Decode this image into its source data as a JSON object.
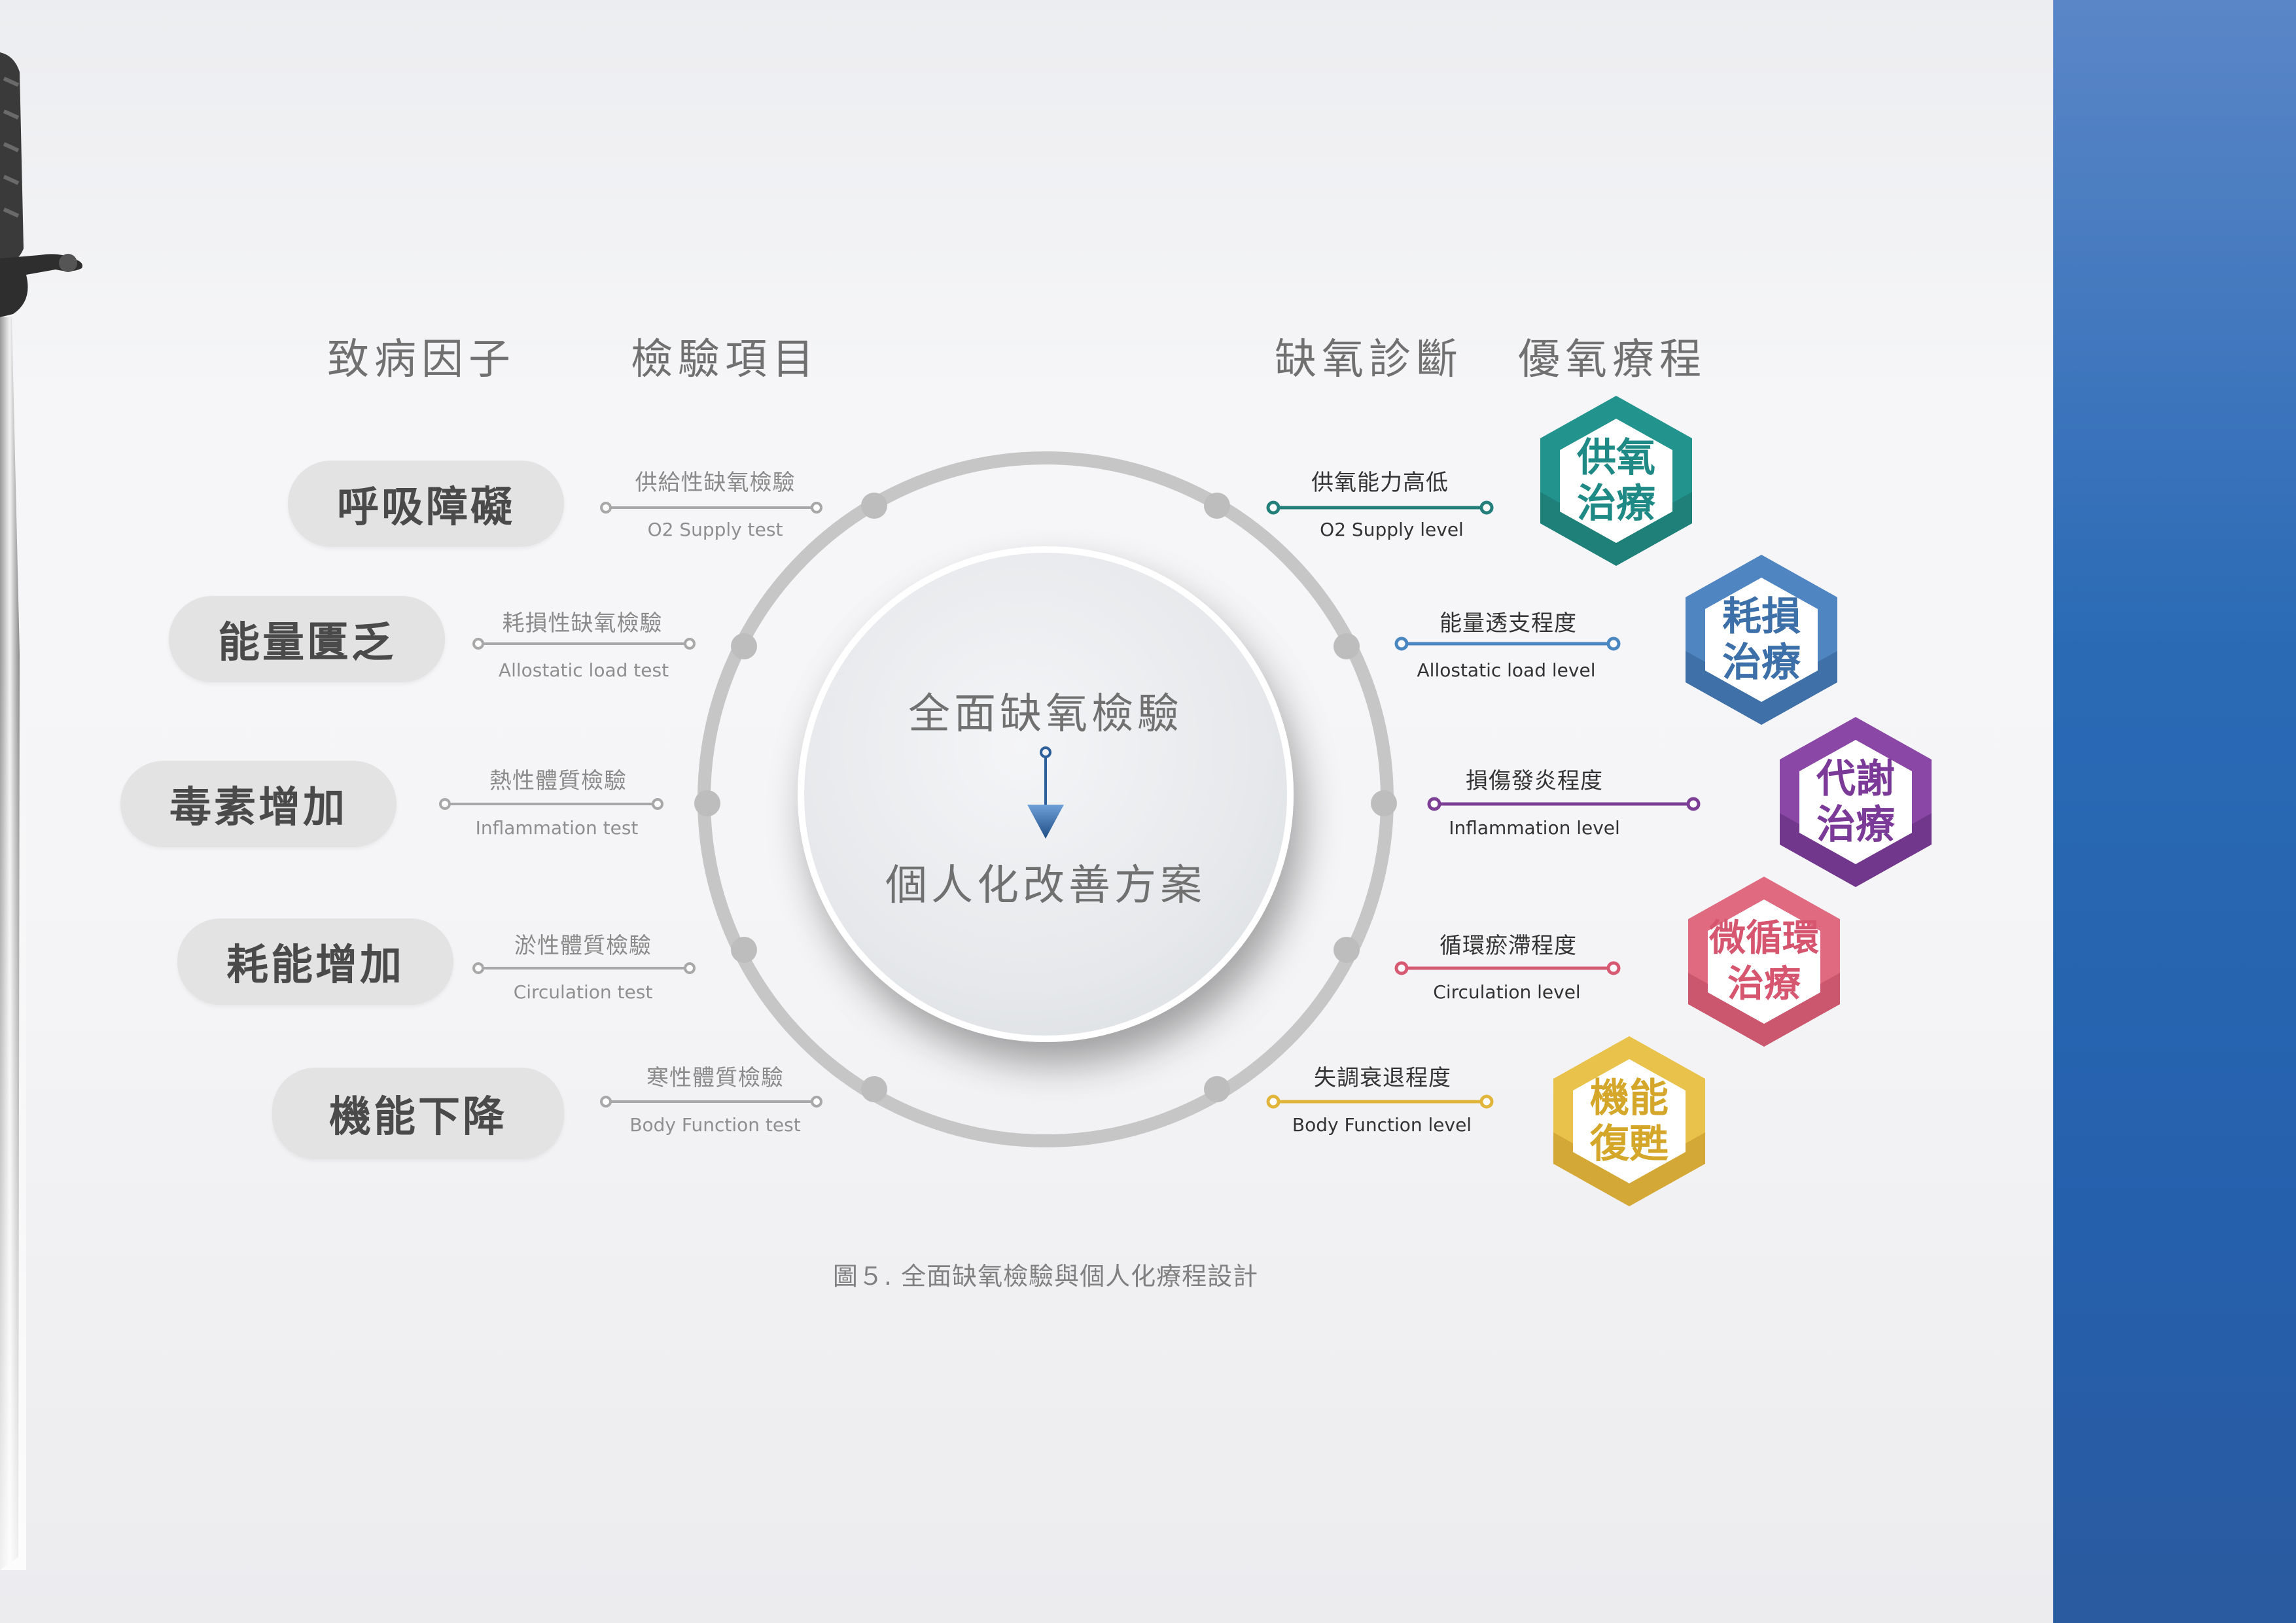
{
  "headers": {
    "pathogenic_factors": "致病因子",
    "test_items": "檢驗項目",
    "hypoxia_diagnosis": "缺氧診斷",
    "oxygen_therapy": "優氧療程"
  },
  "factors": [
    "呼吸障礙",
    "能量匱乏",
    "毒素增加",
    "耗能增加",
    "機能下降"
  ],
  "tests": [
    {
      "cn": "供給性缺氧檢驗",
      "en": "O2 Supply test"
    },
    {
      "cn": "耗損性缺氧檢驗",
      "en": "Allostatic load test"
    },
    {
      "cn": "熱性體質檢驗",
      "en": "Inflammation test"
    },
    {
      "cn": "淤性體質檢驗",
      "en": "Circulation test"
    },
    {
      "cn": "寒性體質檢驗",
      "en": "Body Function test"
    }
  ],
  "center": {
    "top": "全面缺氧檢驗",
    "bottom": "個人化改善方案"
  },
  "diagnoses": [
    {
      "cn": "供氧能力高低",
      "en": "O2 Supply level",
      "color": "#237f79"
    },
    {
      "cn": "能量透支程度",
      "en": "Allostatic load level",
      "color": "#4a86c0"
    },
    {
      "cn": "損傷發炎程度",
      "en": "Inflammation level",
      "color": "#7b3e94"
    },
    {
      "cn": "循環瘀滯程度",
      "en": "Circulation level",
      "color": "#d75a73"
    },
    {
      "cn": "失調衰退程度",
      "en": "Body Function level",
      "color": "#e0b53a"
    }
  ],
  "therapies": [
    {
      "line1": "供氧",
      "line2": "治療",
      "color": "#23948d",
      "dark": "#1c6f6a",
      "text_color": "#1f8a85"
    },
    {
      "line1": "耗損",
      "line2": "治療",
      "color": "#4f86c2",
      "dark": "#355e93",
      "text_color": "#3d6fa8"
    },
    {
      "line1": "代謝",
      "line2": "治療",
      "color": "#8a47a5",
      "dark": "#5d2a78",
      "text_color": "#7b3a98"
    },
    {
      "line1": "微循環",
      "line2": "治療",
      "color": "#e06b80",
      "dark": "#b8475c",
      "text_color": "#d6566f"
    },
    {
      "line1": "機能",
      "line2": "復甦",
      "color": "#e8c24a",
      "dark": "#c39426",
      "text_color": "#d4a72a"
    }
  ],
  "caption": "圖５.  全面缺氧檢驗與個人化療程設計",
  "colors": {
    "pill_bg": "#e3e3e3",
    "ring": "#c4c4c4",
    "sidebar_blue": "#2a6ab5",
    "arrow_blue": "#2d5f9a"
  }
}
